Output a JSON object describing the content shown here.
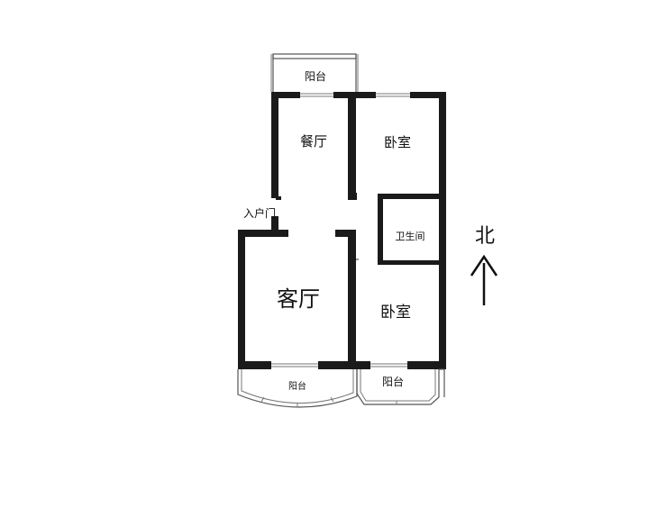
{
  "rooms": {
    "balcony_north": "阳台",
    "dining": "餐厅",
    "bedroom_north": "卧室",
    "entrance": "入户门",
    "bathroom": "卫生间",
    "living": "客厅",
    "bedroom_south": "卧室",
    "balcony_sw": "阳台",
    "balcony_se": "阳台"
  },
  "compass": {
    "label": "北",
    "icon": "north-arrow-icon"
  },
  "colors": {
    "wall": "#1a1a1a",
    "background": "#ffffff"
  }
}
